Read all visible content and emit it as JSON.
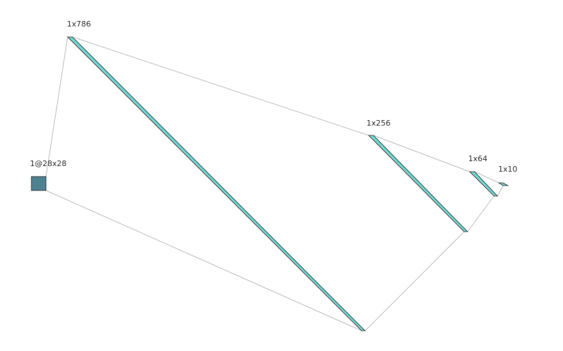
{
  "layers": [
    {
      "id": "input",
      "label": "1@28x28",
      "color": "#4e8290"
    },
    {
      "id": "dense-1",
      "label": "1x786",
      "color": "#72d2cc"
    },
    {
      "id": "dense-2",
      "label": "1x256",
      "color": "#72d2cc"
    },
    {
      "id": "dense-3",
      "label": "1x64",
      "color": "#72d2cc"
    },
    {
      "id": "output",
      "label": "1x10",
      "color": "#72d2cc"
    }
  ],
  "connection_color": "#bdbdbd"
}
